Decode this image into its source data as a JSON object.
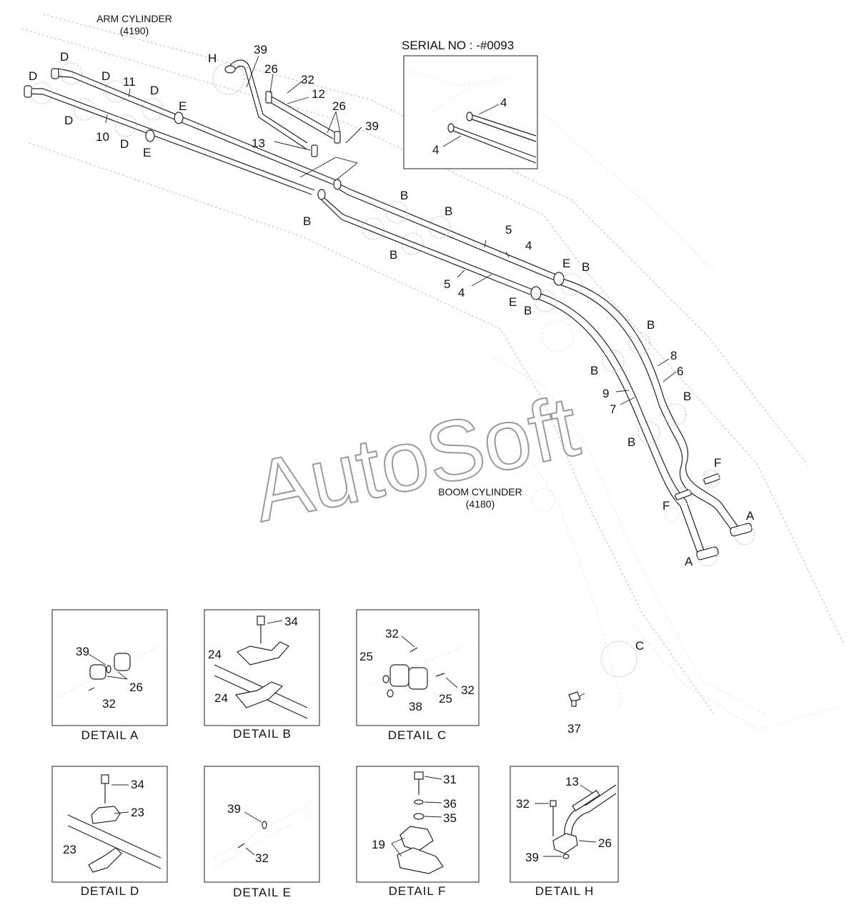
{
  "watermark": "AutoSoft",
  "captions": {
    "arm_cylinder": "ARM CYLINDER",
    "arm_cylinder_code": "(4190)",
    "boom_cylinder": "BOOM CYLINDER",
    "boom_cylinder_code": "(4180)",
    "serial": "SERIAL NO : -#0093"
  },
  "callouts": {
    "main": [
      {
        "id": "d1",
        "text": "D"
      },
      {
        "id": "d2",
        "text": "D"
      },
      {
        "id": "d3",
        "text": "D"
      },
      {
        "id": "d4",
        "text": "D"
      },
      {
        "id": "d5",
        "text": "D"
      },
      {
        "id": "d6",
        "text": "D"
      },
      {
        "id": "p11",
        "text": "11"
      },
      {
        "id": "p10",
        "text": "10"
      },
      {
        "id": "e1",
        "text": "E"
      },
      {
        "id": "e2",
        "text": "E"
      },
      {
        "id": "e3",
        "text": "E"
      },
      {
        "id": "e4",
        "text": "E"
      },
      {
        "id": "h",
        "text": "H"
      },
      {
        "id": "p39a",
        "text": "39"
      },
      {
        "id": "p26a",
        "text": "26"
      },
      {
        "id": "p32",
        "text": "32"
      },
      {
        "id": "p12",
        "text": "12"
      },
      {
        "id": "p26b",
        "text": "26"
      },
      {
        "id": "p39b",
        "text": "39"
      },
      {
        "id": "p13",
        "text": "13"
      },
      {
        "id": "b1",
        "text": "B"
      },
      {
        "id": "b2",
        "text": "B"
      },
      {
        "id": "b3",
        "text": "B"
      },
      {
        "id": "b4",
        "text": "B"
      },
      {
        "id": "b5",
        "text": "B"
      },
      {
        "id": "b6",
        "text": "B"
      },
      {
        "id": "b7",
        "text": "B"
      },
      {
        "id": "b8",
        "text": "B"
      },
      {
        "id": "b9",
        "text": "B"
      },
      {
        "id": "b10",
        "text": "B"
      },
      {
        "id": "p5a",
        "text": "5"
      },
      {
        "id": "p4a",
        "text": "4"
      },
      {
        "id": "p5b",
        "text": "5"
      },
      {
        "id": "p4b",
        "text": "4"
      },
      {
        "id": "p8",
        "text": "8"
      },
      {
        "id": "p6",
        "text": "6"
      },
      {
        "id": "p9",
        "text": "9"
      },
      {
        "id": "p7",
        "text": "7"
      },
      {
        "id": "f1",
        "text": "F"
      },
      {
        "id": "f2",
        "text": "F"
      },
      {
        "id": "a1",
        "text": "A"
      },
      {
        "id": "a2",
        "text": "A"
      },
      {
        "id": "c",
        "text": "C"
      },
      {
        "id": "p37",
        "text": "37"
      }
    ],
    "serial_box": [
      {
        "id": "s4a",
        "text": "4"
      },
      {
        "id": "s4b",
        "text": "4"
      }
    ]
  },
  "details": [
    {
      "id": "a",
      "title": "DETAIL  A",
      "labels": [
        "39",
        "26",
        "32"
      ]
    },
    {
      "id": "b",
      "title": "DETAIL  B",
      "labels": [
        "34",
        "24",
        "24"
      ]
    },
    {
      "id": "c",
      "title": "DETAIL  C",
      "labels": [
        "32",
        "25",
        "32",
        "25",
        "38"
      ]
    },
    {
      "id": "d",
      "title": "DETAIL  D",
      "labels": [
        "34",
        "23",
        "23"
      ]
    },
    {
      "id": "e",
      "title": "DETAIL  E",
      "labels": [
        "39",
        "32"
      ]
    },
    {
      "id": "f",
      "title": "DETAIL  F",
      "labels": [
        "31",
        "36",
        "35",
        "19"
      ]
    },
    {
      "id": "h",
      "title": "DETAIL  H",
      "labels": [
        "13",
        "32",
        "26",
        "39"
      ]
    }
  ]
}
